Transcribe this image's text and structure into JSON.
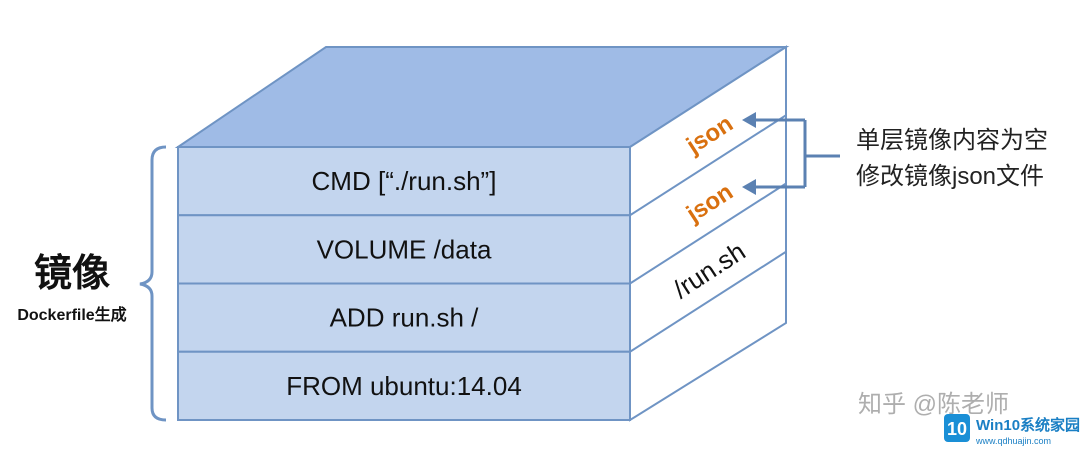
{
  "diagram": {
    "image_label": "镜像",
    "image_sublabel": "Dockerfile生成",
    "layers": [
      {
        "label": "CMD [“./run.sh”]",
        "side_label": "json",
        "side_kind": "accent"
      },
      {
        "label": "VOLUME /data",
        "side_label": "json",
        "side_kind": "accent"
      },
      {
        "label": "ADD run.sh /",
        "side_label": "/run.sh",
        "side_kind": "plain"
      },
      {
        "label": "FROM ubuntu:14.04",
        "side_label": "",
        "side_kind": "plain"
      }
    ],
    "annotation": {
      "line1": "单层镜像内容为空",
      "line2": "修改镜像json文件"
    },
    "colors": {
      "layer_fill": "#c3d5ee",
      "top_fill": "#9fbbe6",
      "stroke": "#6f94c4",
      "accent_text": "#d9700f",
      "arrow": "#5b81b2"
    }
  },
  "watermarks": {
    "zhihu": "知乎 @陈老师",
    "brand_badge": "10",
    "brand_name": "Win10系统家园",
    "brand_url": "www.qdhuajin.com"
  }
}
